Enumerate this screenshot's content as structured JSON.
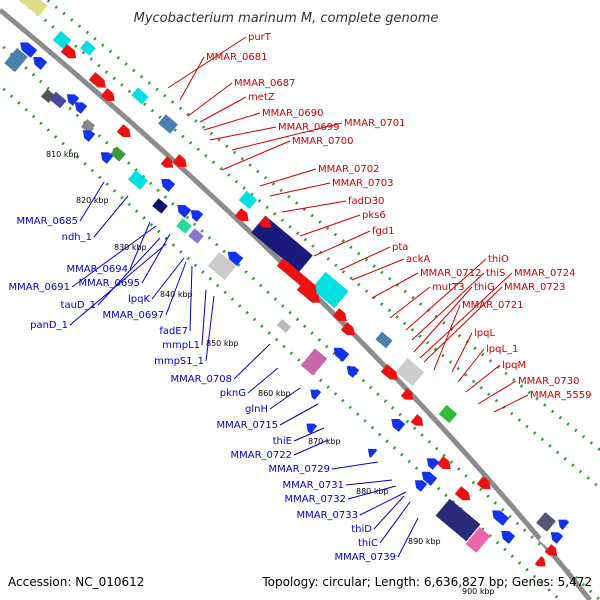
{
  "title": "Mycobacterium marinum M, complete genome",
  "footer": {
    "accession": "Accession: NC_010612",
    "summary": "Topology: circular; Length: 6,636,827 bp; Genes: 5,472"
  },
  "colors": {
    "forward_label": "#cc0000",
    "reverse_label": "#0000cc",
    "backbone": "#8c8c8c",
    "tick_dots": "#339933"
  },
  "ticks": [
    "810 kbp",
    "820 kbp",
    "830 kbp",
    "840 kbp",
    "850 kbp",
    "860 kbp",
    "870 kbp",
    "880 kbp",
    "890 kbp",
    "900 kbp"
  ],
  "forward_labels": [
    "purT",
    "MMAR_0681",
    "MMAR_0687",
    "metZ",
    "MMAR_0690",
    "MMAR_0699",
    "MMAR_0701",
    "MMAR_0700",
    "MMAR_0702",
    "MMAR_0703",
    "fadD30",
    "pks6",
    "fgd1",
    "pta",
    "ackA",
    "MMAR_0712",
    "mutT3",
    "thiO",
    "thiS",
    "thiG",
    "MMAR_0724",
    "MMAR_0723",
    "MMAR_0721",
    "lpqL",
    "lpqL_1",
    "lpqM",
    "MMAR_0730",
    "MMAR_5559"
  ],
  "reverse_labels": [
    "MMAR_0685",
    "ndh_1",
    "MMAR_0694",
    "MMAR_0691",
    "MMAR_0695",
    "tauD_1",
    "panD_1",
    "lpqK",
    "MMAR_0697",
    "fadE7",
    "mmpL1",
    "mmpS1_1",
    "MMAR_0708",
    "pknG",
    "glnH",
    "MMAR_0715",
    "thiE",
    "MMAR_0722",
    "MMAR_0729",
    "MMAR_0731",
    "MMAR_0732",
    "MMAR_0733",
    "thiD",
    "thiC",
    "MMAR_0739"
  ]
}
